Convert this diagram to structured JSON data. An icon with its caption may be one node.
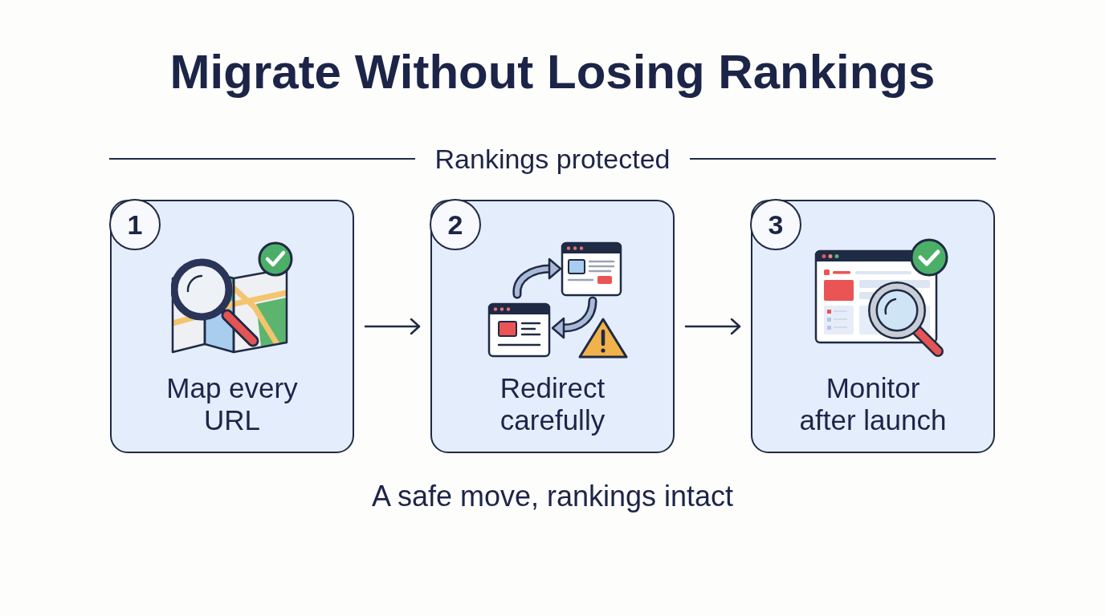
{
  "diagram": {
    "title": "Migrate Without Losing Rankings",
    "caption": "A safe move, rankings intact",
    "nodes": [
      {
        "text": [
          "Map every URL"
        ]
      },
      {
        "text": [
          "1"
        ],
        "in": 0
      },
      {
        "text": [
          "Redirect carefully"
        ]
      },
      {
        "text": [
          "2"
        ],
        "in": 2
      },
      {
        "text": [
          "Monitor after launch"
        ]
      },
      {
        "text": [
          "3"
        ],
        "in": 4
      }
    ],
    "edges": [
      {
        "from": 0,
        "to": 2,
        "arrow": "to"
      },
      {
        "from": 2,
        "to": 4,
        "arrow": "to"
      }
    ],
    "labels": [
      "Rankings protected"
    ]
  }
}
